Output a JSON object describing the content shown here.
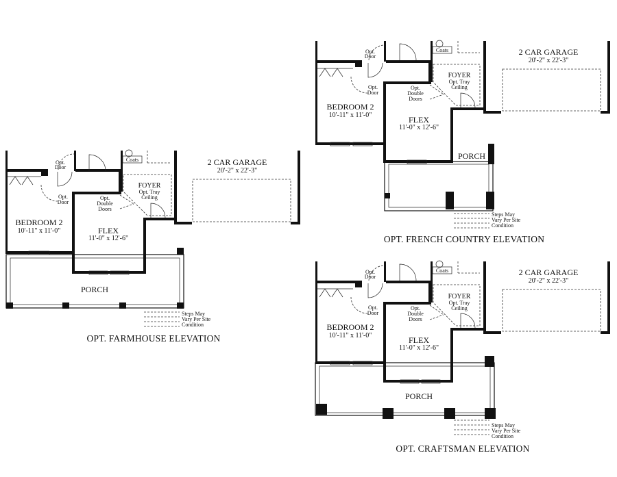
{
  "plans": {
    "farmhouse": {
      "caption": "OPT. FARMHOUSE ELEVATION",
      "rooms": {
        "bedroom_name": "BEDROOM 2",
        "bedroom_dim": "10'-11\" x 11'-0\"",
        "flex_name": "FLEX",
        "flex_dim": "11'-0\" x 12'-6\"",
        "foyer_name": "FOYER",
        "foyer_note1": "Opt. Tray",
        "foyer_note2": "Ceiling",
        "garage_name": "2 CAR GARAGE",
        "garage_dim": "20'-2\" x 22'-3\"",
        "porch_name": "PORCH",
        "coats": "Coats"
      },
      "notes": {
        "opt": "Opt.",
        "door": "Door",
        "opt_door_upper": "Opt.",
        "door_upper": "Door",
        "double": "Double",
        "doors": "Doors",
        "steps1": "Steps May",
        "steps2": "Vary Per Site",
        "steps3": "Condition"
      }
    },
    "french": {
      "caption": "OPT. FRENCH COUNTRY ELEVATION",
      "rooms": {
        "bedroom_name": "BEDROOM 2",
        "bedroom_dim": "10'-11\" x 11'-0\"",
        "flex_name": "FLEX",
        "flex_dim": "11'-0\" x 12'-6\"",
        "foyer_name": "FOYER",
        "foyer_note1": "Opt. Tray",
        "foyer_note2": "Ceiling",
        "garage_name": "2 CAR GARAGE",
        "garage_dim": "20'-2\" x 22'-3\"",
        "porch_name": "PORCH",
        "coats": "Coats"
      },
      "notes": {
        "opt": "Opt.",
        "door": "Door",
        "opt_door_upper": "Opt.",
        "door_upper": "Door",
        "double": "Double",
        "doors": "Doors",
        "steps1": "Steps May",
        "steps2": "Vary Per Site",
        "steps3": "Condition"
      }
    },
    "craftsman": {
      "caption": "OPT. CRAFTSMAN ELEVATION",
      "rooms": {
        "bedroom_name": "BEDROOM 2",
        "bedroom_dim": "10'-11\" x 11'-0\"",
        "flex_name": "FLEX",
        "flex_dim": "11'-0\" x 12'-6\"",
        "foyer_name": "FOYER",
        "foyer_note1": "Opt. Tray",
        "foyer_note2": "Ceiling",
        "garage_name": "2 CAR GARAGE",
        "garage_dim": "20'-2\" x 22'-3\"",
        "porch_name": "PORCH",
        "coats": "Coats"
      },
      "notes": {
        "opt": "Opt.",
        "door": "Door",
        "opt_door_upper": "Opt.",
        "door_upper": "Door",
        "double": "Double",
        "doors": "Doors",
        "steps1": "Steps May",
        "steps2": "Vary Per Site",
        "steps3": "Condition"
      }
    }
  }
}
